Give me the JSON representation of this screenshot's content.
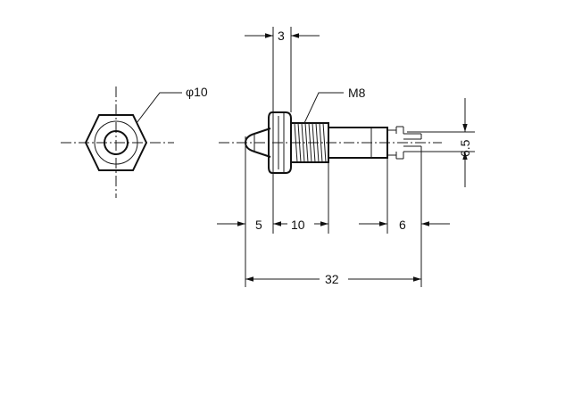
{
  "drawing": {
    "front_view": {
      "diameter_label": "φ10"
    },
    "side_view": {
      "thread_label": "M8",
      "dimensions": {
        "flange_thickness": "3",
        "lens_length": "5",
        "thread_length": "10",
        "terminal_length": "6",
        "total_length": "32",
        "terminal_spacing": "6.5"
      }
    }
  }
}
